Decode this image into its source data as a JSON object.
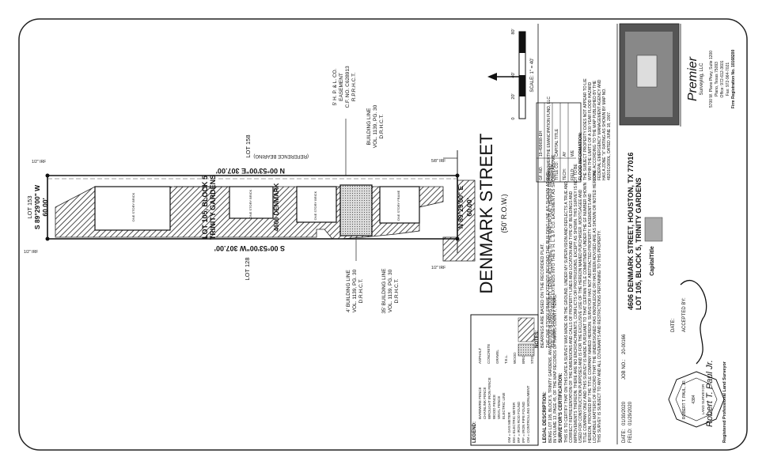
{
  "plat": {
    "street": {
      "name": "DENMARK STREET",
      "row": "(50' R.O.W.)"
    },
    "lots": {
      "north": "LOT 153",
      "west": "LOT 128",
      "east": "LOT 158"
    },
    "subject": [
      "LOT 105, BLOCK 5",
      "TRINITY GARDENS"
    ],
    "address_on_lot": "4606 DENMARK",
    "bearings": {
      "top": "N 00°53'00\"E   307.00'",
      "bottom": "S 00°53'00\"W   307.00'",
      "left": "S 89°29'00\" W",
      "left_dist": "60.00'",
      "right": "N 89°29'00\" E",
      "right_dist": "60.00'",
      "reference": "(REFERENCE BEARING)"
    },
    "easement": [
      "5' H. P. & L. CO.",
      "EASEMENT",
      "C.F. NO. C628913",
      "R.P.R.H.C.T."
    ],
    "building_line_east": [
      "BUILDING LINE",
      "VOL. 1139, PG. 30",
      "D.R.H.C.T."
    ],
    "building_line_4": [
      "4' BUILDING LINE",
      "VOL. 1139, PG. 30",
      "D.R.H.C.T."
    ],
    "building_line_35": [
      "35' BUILDING LINE",
      "VOL. 1139, PG. 30",
      "D.R.H.C.T."
    ],
    "irf_labels": [
      "1/2\" IRF",
      "1/2\" IRF",
      "5/8\" IRF",
      "1/2\" IRF"
    ],
    "structures": [
      "ONE STORY BRICK",
      "ONE STORY BRICK",
      "ONE STORY BRICK",
      "ONE STORY FRAME"
    ],
    "notes": [
      "NOTES:",
      "BEARINGS ARE BASED ON THE RECORDED PLAT.",
      "THE ONE STORY FRAME EXTENDS BEYOND THE BUILDING LINE AS SHOWN ABOVE.",
      "THE ONE STORY FRAME EXTENDS INTO THE 5' H. L. & P. CO. EASEMENT AS SHOWN ABOVE."
    ],
    "scale": {
      "label": "SCALE: 1\" = 40'",
      "ticks": [
        "0",
        "20'",
        "40'",
        "80'"
      ]
    }
  },
  "legend": {
    "title": "LEGEND:",
    "lines": [
      "BARBWIRE FENCE",
      "CHAINLINK FENCE",
      "WROUGHT IRON FENCE",
      "WOOD FENCE",
      "VINYL FENCE",
      "ELECTRIC LINE",
      "GM = GAS METER",
      "EM = ELECTRIC METER",
      "IRF = IRON ROD FOUND",
      "IPF = IRON PIPE FOUND",
      "CM = CONTROLLING MONUMENT"
    ],
    "materials": [
      "ASPHALT",
      "CONCRETE",
      "GRAVEL",
      "T.E.L.",
      "WOOD",
      "BRICK",
      "STONE"
    ]
  },
  "legal": {
    "title": "LEGAL DESCRIPTION:",
    "text": [
      "BEING LOT 105, BLOCK 5, TRINITY GARDENS, AN ADDITION IN HARRIS COUNTY, TEXAS, ACCORDING TO THE MAP OR PLAT THEREOF RECORDED",
      "IN VOLUME 13, PAGE 45, OF THE MAP RECORDS OF HARRIS COUNTY, TEXAS."
    ]
  },
  "certification": {
    "title": "SURVEYOR'S CERTIFICATION:",
    "text": [
      "THIS IS TO CERTIFY THAT ON THIS DATE A SURVEY WAS MADE ON THE GROUND, UNDER MY SUPERVISION AND REFLECTS A TRUE AND",
      "CORRECT REPRESENTATION OF THE DIMENSIONS AND CALLS OF PROPERTY LINES AND LOCATION AND TYPE OF BUILDINGS AND",
      "IMPROVEMENTS THEREON. THERE ARE NO ENCROACHMENTS, CONFLICTS OR PROTRUSIONS, EXCEPT AS SHOWN. THIS SURVEY IS NOT TO BE",
      "USED FOR CONSTRUCTION PURPOSES AND IS FOR THE EXCLUSIVE USE OF THE HEREON NAMED PURCHASER, MORTGAGEE AND",
      "TITLE COMPANY ONLY AND THIS SURVEY IS MADE PURSUANT TO THAT CERTAIN TITLE COMMITMENT UNDER THE GF NUMBER SHOWN",
      "HEREON, PROVIDED BY THE TITLE COMPANY NAMED HEREON. SURVEYOR HAS NOT ABSTRACTED PROPERTY. EASEMENTS AND",
      "LOCATABLE MATTERS OF RECORD THAT THE UNDERSIGNED HAS KNOWLEDGE OR HAS BEEN ADVISED ARE AS SHOWN OR NOTED HEREON.",
      "THIS SURVEY IS SUBJECT TO ANY AND ALL COVENANTS AND RESTRICTIONS PERTAINING TO THIS PROPERTY."
    ]
  },
  "dates": {
    "date_label": "DATE:",
    "date": "01/30/2020",
    "field_label": "FIELD:",
    "field": "01/29/2020",
    "job_label": "JOB NO.:",
    "job": "20-00166"
  },
  "surveyor": {
    "signature": "Robert T. Paul Jr.",
    "name_line": "Registered Professional Land Surveyor",
    "seal": [
      "STATE",
      "OF",
      "TEXAS",
      "REGISTERED",
      "ROBERT T. PAUL, JR.",
      "4384",
      "PROFESSIONAL",
      "LAND SURVEYOR"
    ]
  },
  "address": [
    "4606 DENMARK STREET, HOUSTON, TX 77016",
    "LOT 105, BLOCK 5, TRINITY GARDENS"
  ],
  "accepted": {
    "date_label": "DATE:",
    "by_label": "ACCEPTED BY:"
  },
  "title_company": {
    "brand": "CapitalTitle"
  },
  "gf_table": [
    {
      "label": "GF. NO.",
      "value": "19-499698-EH"
    },
    {
      "label": "BORROWER:",
      "value": "THE EMANCIPATION FUND, LLC"
    },
    {
      "label": "TITLE CO:",
      "value": "CAPITAL TITLE"
    },
    {
      "label": "TECH:",
      "value": "AY"
    },
    {
      "label": "FIELD:",
      "value": "WE"
    }
  ],
  "flood": [
    "FLOOD INFORMATION:",
    "THE SUBJECT PROPERTY DOES NOT APPEAR TO LIE",
    "WITHIN THE LIMITS OF A 100 YEAR FLOOD HAZARD",
    "ZONE ACCORDING TO THE MAP PUBLISHED BY THE",
    "FEDERAL EMERGENCY MANAGEMENT AGENCY AND",
    "HAS A ZONE \"X\" RATING AS SHOWN BY MAP NO.",
    "48201C0690L, DATED JUNE 18, 2007."
  ],
  "company": {
    "name": "Premier",
    "sub": "Surveying, LLC",
    "lines": [
      "5700 W. Plano Pkwy, Suite 1200",
      "Plano, Texas 75093",
      "Office: 972-612-3601",
      "Fax: 972-964-7021",
      "Firm Registration No. 10168200"
    ]
  }
}
